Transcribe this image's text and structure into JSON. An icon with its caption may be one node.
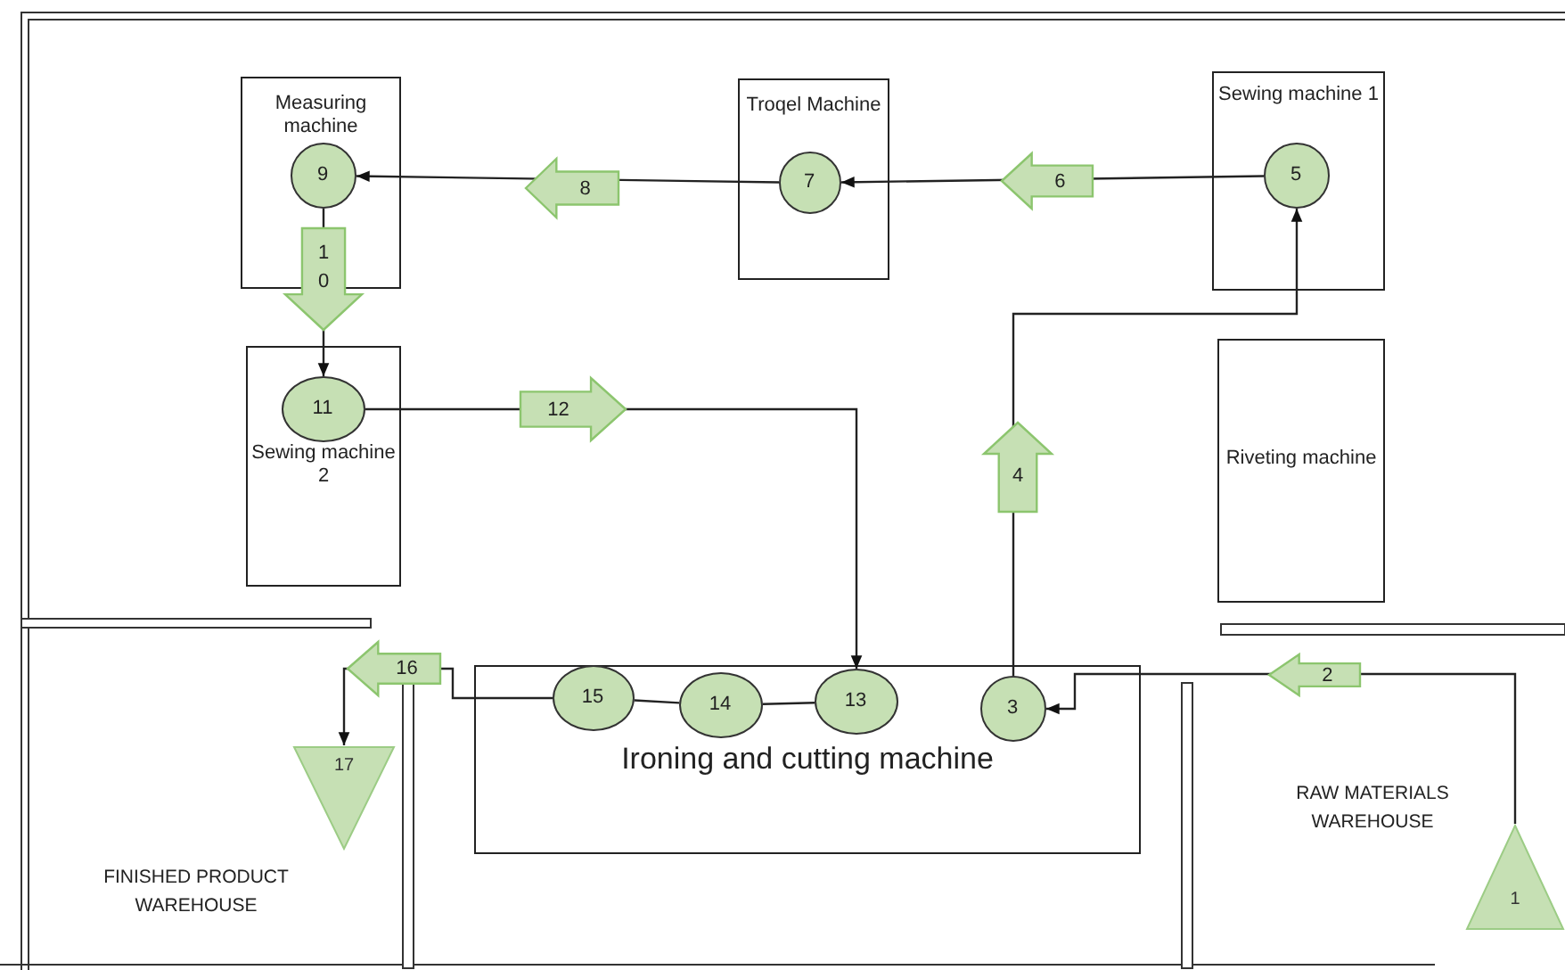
{
  "diagram": {
    "nodes": [
      {
        "text": [
          "Measuring machine"
        ]
      },
      {
        "text": [
          "9"
        ],
        "in": 0
      },
      {
        "text": [
          "Troqel Machine"
        ]
      },
      {
        "text": [
          "7"
        ],
        "in": 2
      },
      {
        "text": [
          "Sewing machine 1"
        ]
      },
      {
        "text": [
          "5"
        ],
        "in": 4
      },
      {
        "text": [
          "Sewing machine 2"
        ]
      },
      {
        "text": [
          "11"
        ],
        "in": 6
      },
      {
        "text": [
          "Riveting machine"
        ]
      },
      {
        "text": [
          "Ironing and cutting machine"
        ]
      },
      {
        "text": [
          "15"
        ],
        "in": 9
      },
      {
        "text": [
          "14"
        ],
        "in": 9
      },
      {
        "text": [
          "13"
        ],
        "in": 9
      },
      {
        "text": [
          "3"
        ],
        "in": 9
      },
      {
        "text": [
          "1"
        ]
      },
      {
        "text": [
          "17"
        ]
      }
    ],
    "edges": [
      {
        "from": 14,
        "to": 13,
        "arrow": "to",
        "label": "2"
      },
      {
        "from": 13,
        "to": 5,
        "arrow": "to",
        "label": "4"
      },
      {
        "from": 5,
        "to": 3,
        "arrow": "to",
        "label": "6"
      },
      {
        "from": 3,
        "to": 1,
        "arrow": "to",
        "label": "8"
      },
      {
        "from": 1,
        "to": 7,
        "arrow": "to",
        "label": "10"
      },
      {
        "from": 7,
        "to": 12,
        "arrow": "to",
        "label": "12"
      },
      {
        "from": 12,
        "to": 11,
        "arrow": "none"
      },
      {
        "from": 11,
        "to": 10,
        "arrow": "none"
      },
      {
        "from": 10,
        "to": 15,
        "arrow": "to",
        "label": "16"
      }
    ],
    "labels": [
      "RAW MATERIALS WAREHOUSE",
      "FINISHED PRODUCT WAREHOUSE"
    ]
  }
}
